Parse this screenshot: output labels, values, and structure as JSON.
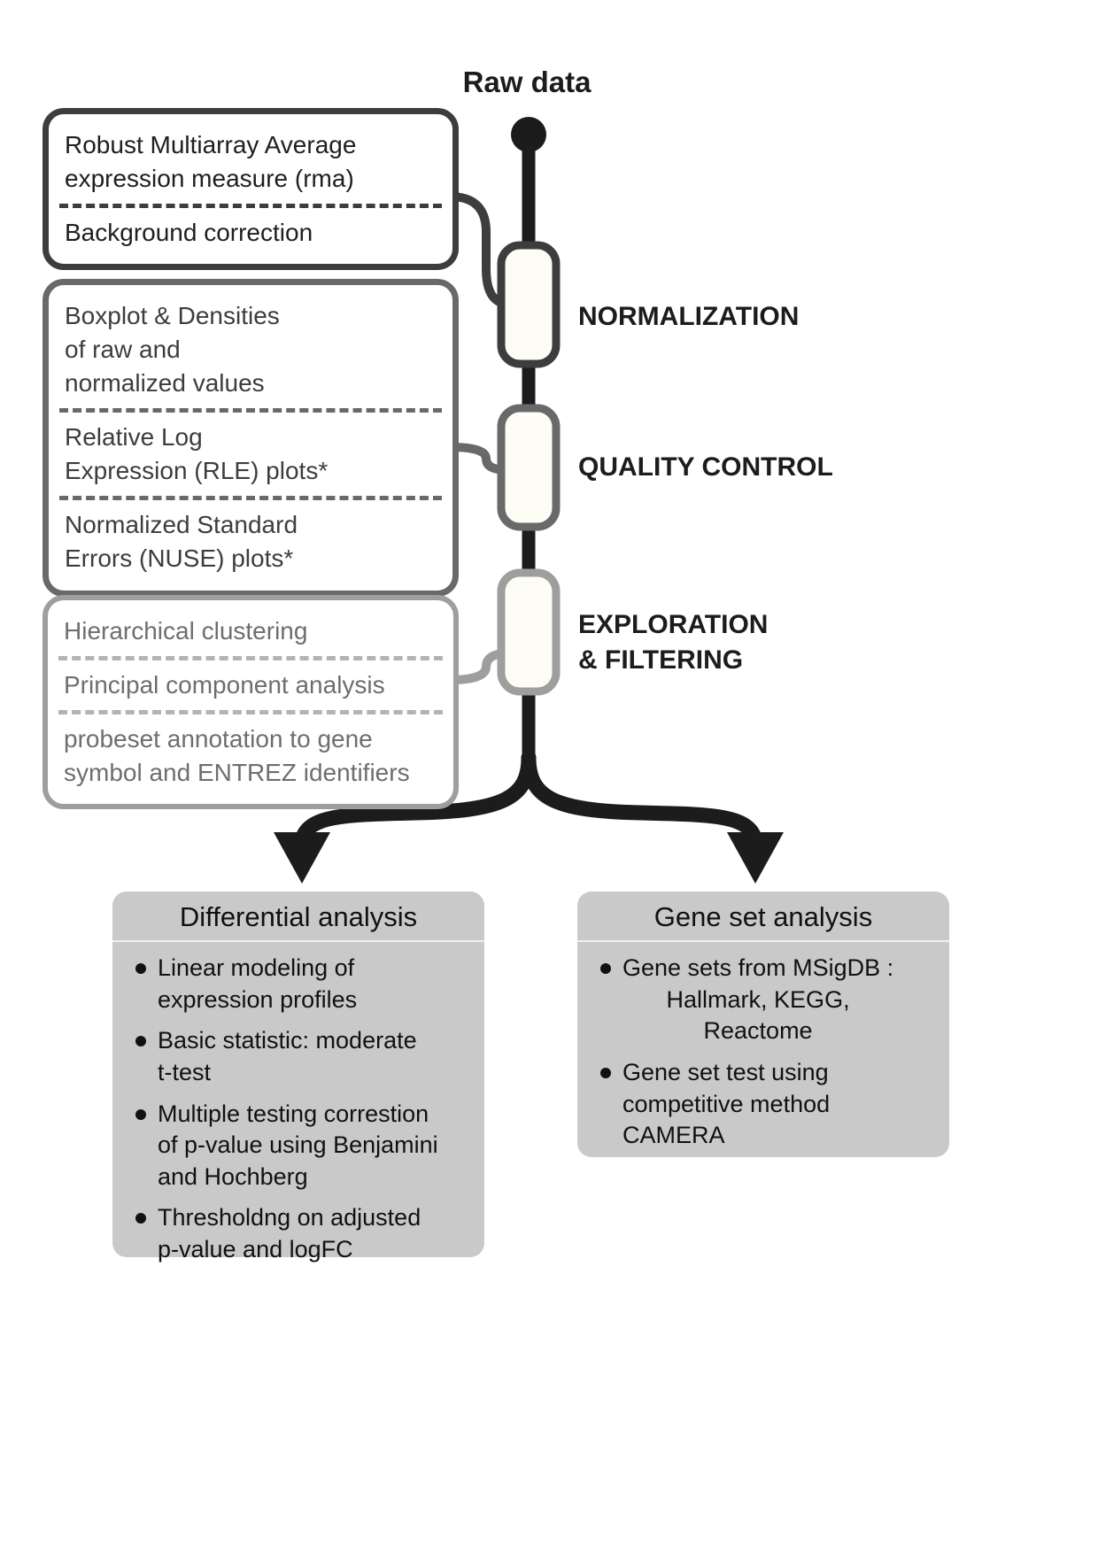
{
  "raw_data_label": "Raw data",
  "stages": [
    {
      "label": "NORMALIZATION"
    },
    {
      "label": "QUALITY CONTROL"
    },
    {
      "label": "EXPLORATION\n& FILTERING"
    }
  ],
  "boxes": [
    {
      "rows": [
        "Robust Multiarray Average\nexpression measure (rma)",
        "Background correction"
      ]
    },
    {
      "rows": [
        "Boxplot & Densities\nof raw and\nnormalized values",
        "Relative Log\nExpression (RLE) plots*",
        "Normalized Standard\nErrors (NUSE) plots*"
      ]
    },
    {
      "rows": [
        "Hierarchical clustering",
        "Principal component analysis",
        "probeset annotation to gene\nsymbol and ENTREZ identifiers"
      ]
    }
  ],
  "results": {
    "left": {
      "title": "Differential analysis",
      "items": [
        "Linear modeling of\nexpression profiles",
        "Basic statistic: moderate\nt-test",
        "Multiple testing correstion\nof p-value using Benjamini\nand Hochberg",
        "Thresholdng on adjusted\np-value and logFC"
      ]
    },
    "right": {
      "title": "Gene set analysis",
      "items": [
        "Gene sets from MSigDB :\nHallmark, KEGG,\nReactome",
        "Gene set test using\ncompetitive method\nCAMERA"
      ]
    }
  },
  "colors": {
    "ink": "#1c1c1c",
    "box1": "#3d3d3d",
    "box2": "#696969",
    "box3": "#9e9e9e",
    "text1": "#1f1f1f",
    "text2": "#3d3d3d",
    "text3": "#6e6e6e",
    "panel": "#c9c9c9",
    "nodefill": "#fdfdf6"
  }
}
